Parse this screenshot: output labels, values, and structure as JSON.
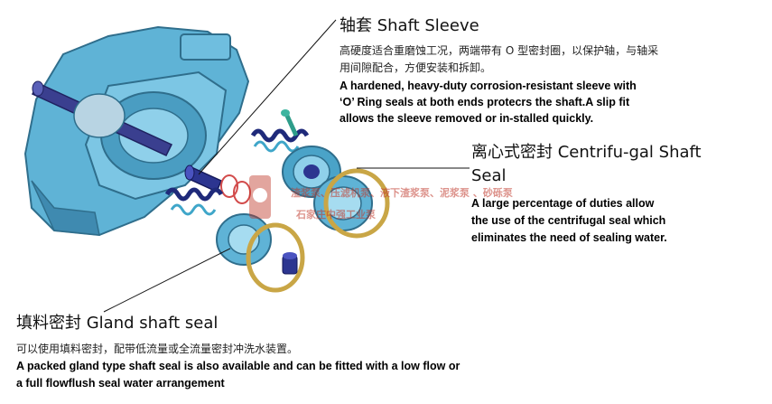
{
  "shaft_sleeve": {
    "title": "轴套 Shaft Sleeve",
    "cn_line1": "高硬度适合重磨蚀工况，两端带有 O 型密封圈，以保护轴，与轴采",
    "cn_line2": "用间隙配合，方便安装和拆卸。",
    "en_line1": " A hardened, heavy-duty corrosion-resistant sleeve with",
    "en_line2": "‘O’ Ring seals at both ends protecrs the shaft.A slip fit",
    "en_line3": "allows the sleeve removed or in-stalled quickly."
  },
  "centrifugal_seal": {
    "title_line1": "离心式密封 Centrifu-gal Shaft",
    "title_line2": "Seal",
    "en_line1": "A large percentage of duties allow",
    "en_line2": "the use of the centrifugal seal which",
    "en_line3": "eliminates the need of sealing water."
  },
  "gland_seal": {
    "title": "填料密封 Gland shaft seal",
    "cn_line1": "可以使用填料密封，配带低流量或全流量密封冲洗水装置。",
    "en_line1": "A packed gland type shaft seal is also available and can be fitted with a low flow or",
    "en_line2": "a full flowflush seal water arrangement"
  },
  "watermark": {
    "line1": "渣浆泵、压滤机泵、液下渣浆泵、泥浆泵 、砂砾泵",
    "line2": "石家庄中强工业泵",
    "color": "#c0392b"
  },
  "colors": {
    "pump_body": "#5fb3d6",
    "pump_dark": "#2f6e8c",
    "shaft": "#3a3f8f",
    "gold_ring": "#c9a646"
  }
}
